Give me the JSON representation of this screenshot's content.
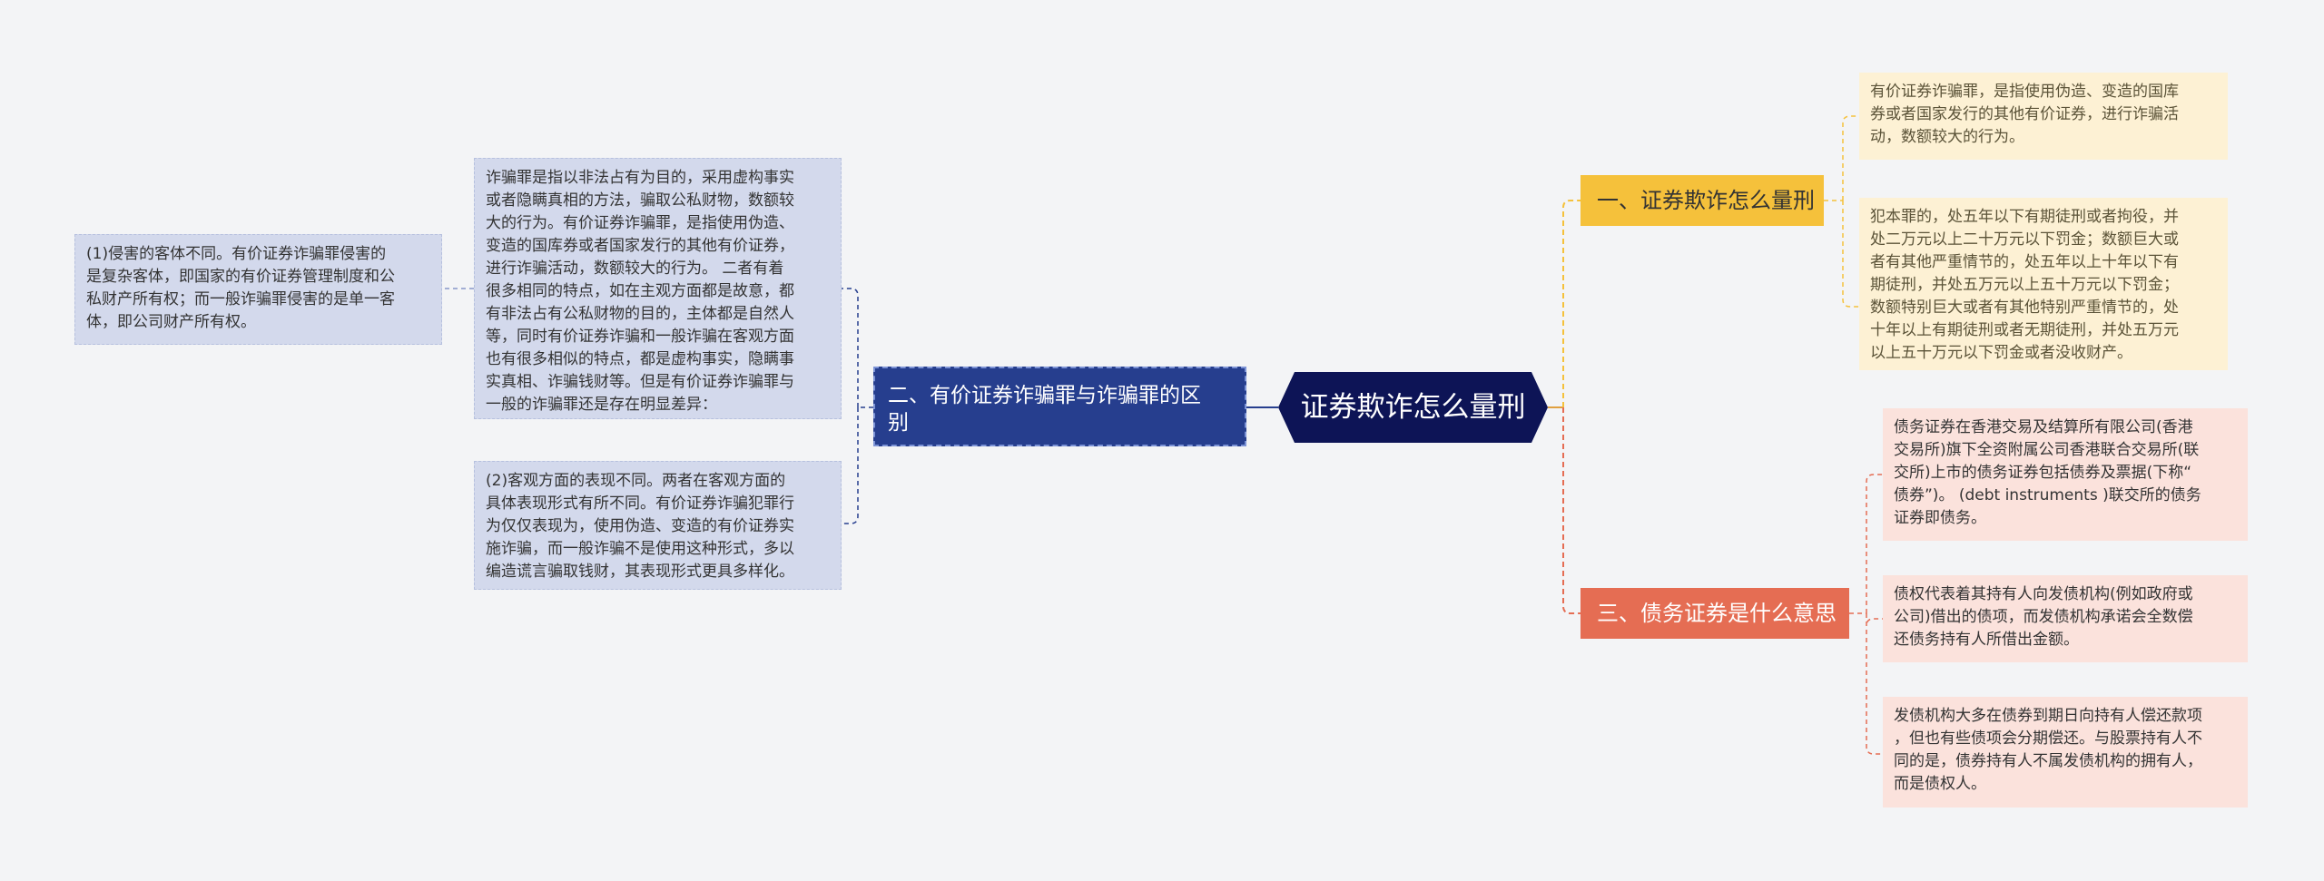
{
  "root": {
    "label": "证券欺诈怎么量刑"
  },
  "branch1": {
    "label": "一、证券欺诈怎么量刑",
    "leaf1": "有价证券诈骗罪，是指使用伪造、变造的国库\n券或者国家发行的其他有价证券，进行诈骗活\n动，数额较大的行为。",
    "leaf2": "犯本罪的，处五年以下有期徒刑或者拘役，并\n处二万元以上二十万元以下罚金；数额巨大或\n者有其他严重情节的，处五年以上十年以下有\n期徒刑，并处五万元以上五十万元以下罚金；\n数额特别巨大或者有其他特别严重情节的，处\n十年以上有期徒刑或者无期徒刑，并处五万元\n以上五十万元以下罚金或者没收财产。"
  },
  "branch2": {
    "label": "二、有价证券诈骗罪与诈骗罪的区\n别",
    "intro": "诈骗罪是指以非法占有为目的，采用虚构事实\n或者隐瞒真相的方法，骗取公私财物，数额较\n大的行为。有价证券诈骗罪，是指使用伪造、\n变造的国库券或者国家发行的其他有价证券，\n进行诈骗活动，数额较大的行为。 二者有着\n很多相同的特点，如在主观方面都是故意，都\n有非法占有公私财物的目的，主体都是自然人\n等，同时有价证券诈骗和一般诈骗在客观方面\n也有很多相似的特点，都是虚构事实，隐瞒事\n实真相、诈骗钱财等。但是有价证券诈骗罪与\n一般的诈骗罪还是存在明显差异：",
    "sub1": "(1)侵害的客体不同。有价证券诈骗罪侵害的\n是复杂客体，即国家的有价证券管理制度和公\n私财产所有权；而一般诈骗罪侵害的是单一客\n体，即公司财产所有权。",
    "sub2": "(2)客观方面的表现不同。两者在客观方面的\n具体表现形式有所不同。有价证券诈骗犯罪行\n为仅仅表现为，使用伪造、变造的有价证券实\n施诈骗，而一般诈骗不是使用这种形式，多以\n编造谎言骗取钱财，其表现形式更具多样化。"
  },
  "branch3": {
    "label": "三、债务证券是什么意思",
    "leaf1": "债务证券在香港交易及结算所有限公司(香港\n交易所)旗下全资附属公司香港联合交易所(联\n交所)上市的债务证券包括债券及票据(下称“\n债券”)。 (debt instruments )联交所的债务\n证券即债务。",
    "leaf2": "债权代表着其持有人向发债机构(例如政府或\n公司)借出的债项，而发债机构承诺会全数偿\n还债务持有人所借出金额。",
    "leaf3": "发债机构大多在债券到期日向持有人偿还款项\n，但也有些债项会分期偿还。与股票持有人不\n同的是，债券持有人不属发债机构的拥有人，\n而是债权人。"
  },
  "colors": {
    "root": "#0d1456",
    "branch1": "#f5c13b",
    "branch2": "#263e8e",
    "branch3": "#e56d53",
    "background": "#f3f4f6"
  }
}
